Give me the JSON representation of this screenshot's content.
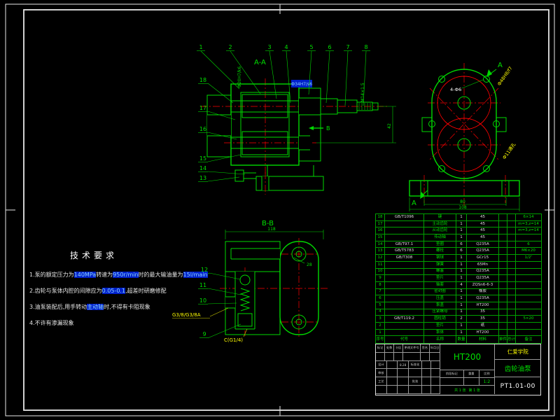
{
  "colors": {
    "background": "#000000",
    "line_green": "#00d800",
    "centerline_red": "#ff0000",
    "frame_white": "#e8e8e8",
    "dim_yellow": "#ffff00",
    "highlight_blue": "#0020cc",
    "highlight_text": "#8fd8ff"
  },
  "view_aa": {
    "label": "A-A",
    "section_arrow": "B",
    "callouts_top": [
      "1",
      "2",
      "3",
      "4",
      "5",
      "6",
      "7",
      "8"
    ],
    "callouts_left": [
      "18",
      "17",
      "16",
      "15",
      "14",
      "13"
    ],
    "dims": {
      "bore_left": "Ф20H7/k6",
      "bore_center": "Ф34H7/s6",
      "thread": "M14×1.5",
      "center_distance": "42"
    }
  },
  "view_side": {
    "section_label_top": "A",
    "section_label_bottom": "A",
    "dims": {
      "gear_bore": "Ф48H8/f7",
      "base_holes": "Ф11通孔",
      "cover_holes": "4-Ф6",
      "hole_spacing": "80",
      "base_width": "108"
    }
  },
  "view_bb": {
    "label": "B-B",
    "dims": {
      "width": "118",
      "plate": "28"
    },
    "callouts": [
      "12",
      "11",
      "10",
      "9"
    ],
    "port_label": "G3/8/G3/8A",
    "drain_label": "C(G1/4)"
  },
  "tech_requirements": {
    "title": "技术要求",
    "lines": [
      [
        {
          "t": "1.泵的额定压力为",
          "h": false
        },
        {
          "t": "140MPa",
          "h": true
        },
        {
          "t": "转速为",
          "h": false
        },
        {
          "t": "950r/min",
          "h": true
        },
        {
          "t": "时的最大输油量为",
          "h": false
        },
        {
          "t": "15l/main",
          "h": true
        }
      ],
      [
        {
          "t": "2.齿轮与泵体内腔的间隙应为",
          "h": false
        },
        {
          "t": "0.05-0.1",
          "h": true
        },
        {
          "t": ",超差时研磨修配",
          "h": false
        }
      ],
      [
        {
          "t": "3.油泵装配后,用手转动",
          "h": false
        },
        {
          "t": "主动轴",
          "h": true
        },
        {
          "t": "时,不得有卡阻现象",
          "h": false
        }
      ],
      [
        {
          "t": "4.不许有渗漏现象",
          "h": false
        }
      ]
    ]
  },
  "bom": {
    "headers": [
      "序号",
      "代号",
      "名称",
      "数量",
      "材料",
      "单件",
      "总计",
      "备注"
    ],
    "rows": [
      [
        "18",
        "GB/T1096",
        "键",
        "1",
        "45",
        "",
        "",
        "6×14"
      ],
      [
        "17",
        "",
        "主动齿轮",
        "1",
        "45",
        "",
        "",
        "m=3,z=14"
      ],
      [
        "16",
        "",
        "从动齿轮",
        "1",
        "45",
        "",
        "",
        "m=3,z=14"
      ],
      [
        "15",
        "",
        "传动轴",
        "1",
        "45",
        "",
        "",
        ""
      ],
      [
        "14",
        "GB/T97.1",
        "垫圈",
        "6",
        "Q235A",
        "",
        "",
        "6"
      ],
      [
        "13",
        "GB/T5783",
        "螺栓",
        "6",
        "Q235A",
        "",
        "",
        "M6×20"
      ],
      [
        "12",
        "GB/T308",
        "钢球",
        "1",
        "GCr15",
        "",
        "",
        "1/2″"
      ],
      [
        "11",
        "",
        "弹簧",
        "1",
        "65Mn",
        "",
        "",
        ""
      ],
      [
        "10",
        "",
        "螺塞",
        "1",
        "Q235A",
        "",
        "",
        ""
      ],
      [
        "9",
        "",
        "垫片",
        "1",
        "Q235A",
        "",
        "",
        ""
      ],
      [
        "8",
        "",
        "轴套",
        "4",
        "ZQSn6-6-3",
        "",
        "",
        ""
      ],
      [
        "7",
        "",
        "密封圈",
        "1",
        "橡胶",
        "",
        "",
        ""
      ],
      [
        "6",
        "",
        "压盖",
        "1",
        "Q235A",
        "",
        "",
        ""
      ],
      [
        "5",
        "",
        "泵盖",
        "1",
        "HT200",
        "",
        "",
        ""
      ],
      [
        "4",
        "",
        "压紧螺母",
        "1",
        "35",
        "",
        "",
        ""
      ],
      [
        "3",
        "GB/T119.2",
        "圆柱销",
        "2",
        "35",
        "",
        "",
        "5×20"
      ],
      [
        "2",
        "",
        "垫片",
        "1",
        "纸",
        "",
        "",
        ""
      ],
      [
        "1",
        "",
        "泵体",
        "1",
        "HT200",
        "",
        "",
        ""
      ]
    ]
  },
  "title_block": {
    "material": "HT200",
    "org": "仁爱学院",
    "title": "齿轮油泵",
    "drawing_no": "PT1.01-00",
    "scale_value": "1:2",
    "sheets": "共 1 张",
    "sheet": "第 1 张",
    "design_date": "8.28",
    "labels": {
      "mark": "标记",
      "count": "处数",
      "zone": "分区",
      "change_doc": "更改文件号",
      "signature": "签名",
      "date": "年月日",
      "design": "设计",
      "check": "审核",
      "process": "工艺",
      "approve": "批准",
      "standardize": "标准化",
      "stage": "阶段标记",
      "weight": "重量",
      "scale": "比例"
    }
  }
}
